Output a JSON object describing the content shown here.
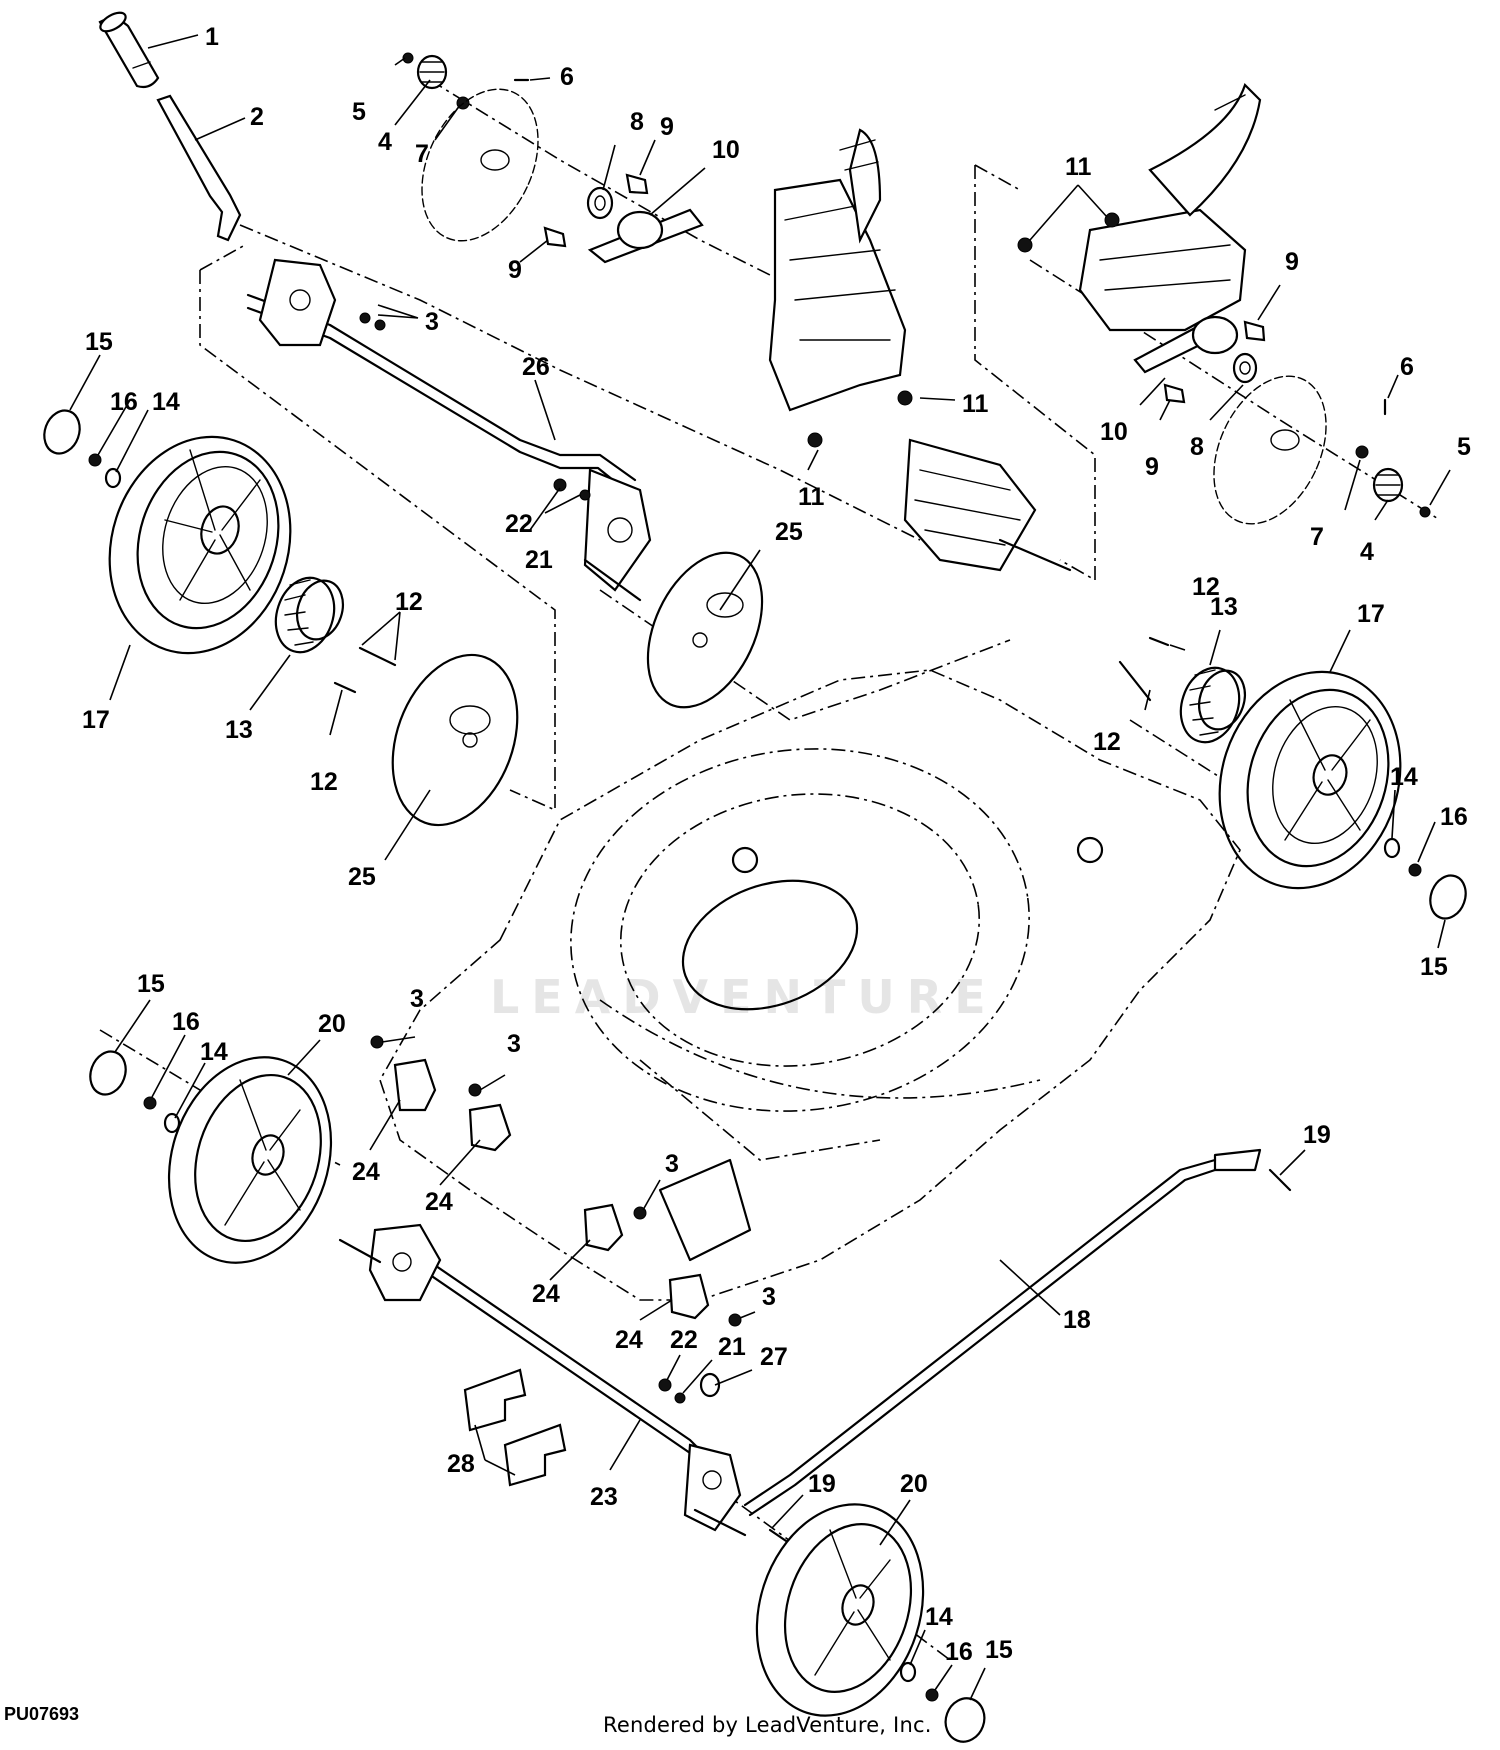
{
  "diagram": {
    "part_code": "PU07693",
    "credit": "Rendered by LeadVenture, Inc.",
    "watermark": "LEADVENTURE",
    "callouts": [
      {
        "label": "1"
      },
      {
        "label": "2"
      },
      {
        "label": "3"
      },
      {
        "label": "3"
      },
      {
        "label": "3"
      },
      {
        "label": "3"
      },
      {
        "label": "3"
      },
      {
        "label": "3"
      },
      {
        "label": "4"
      },
      {
        "label": "4"
      },
      {
        "label": "5"
      },
      {
        "label": "5"
      },
      {
        "label": "6"
      },
      {
        "label": "6"
      },
      {
        "label": "7"
      },
      {
        "label": "7"
      },
      {
        "label": "8"
      },
      {
        "label": "8"
      },
      {
        "label": "9"
      },
      {
        "label": "9"
      },
      {
        "label": "9"
      },
      {
        "label": "9"
      },
      {
        "label": "10"
      },
      {
        "label": "10"
      },
      {
        "label": "11"
      },
      {
        "label": "11"
      },
      {
        "label": "11"
      },
      {
        "label": "11"
      },
      {
        "label": "12"
      },
      {
        "label": "12"
      },
      {
        "label": "12"
      },
      {
        "label": "12"
      },
      {
        "label": "13"
      },
      {
        "label": "13"
      },
      {
        "label": "14"
      },
      {
        "label": "14"
      },
      {
        "label": "14"
      },
      {
        "label": "14"
      },
      {
        "label": "15"
      },
      {
        "label": "15"
      },
      {
        "label": "15"
      },
      {
        "label": "15"
      },
      {
        "label": "16"
      },
      {
        "label": "16"
      },
      {
        "label": "16"
      },
      {
        "label": "16"
      },
      {
        "label": "17"
      },
      {
        "label": "17"
      },
      {
        "label": "18"
      },
      {
        "label": "19"
      },
      {
        "label": "19"
      },
      {
        "label": "20"
      },
      {
        "label": "20"
      },
      {
        "label": "21"
      },
      {
        "label": "21"
      },
      {
        "label": "22"
      },
      {
        "label": "22"
      },
      {
        "label": "23"
      },
      {
        "label": "24"
      },
      {
        "label": "24"
      },
      {
        "label": "24"
      },
      {
        "label": "24"
      },
      {
        "label": "25"
      },
      {
        "label": "25"
      },
      {
        "label": "26"
      },
      {
        "label": "27"
      },
      {
        "label": "28"
      }
    ]
  }
}
